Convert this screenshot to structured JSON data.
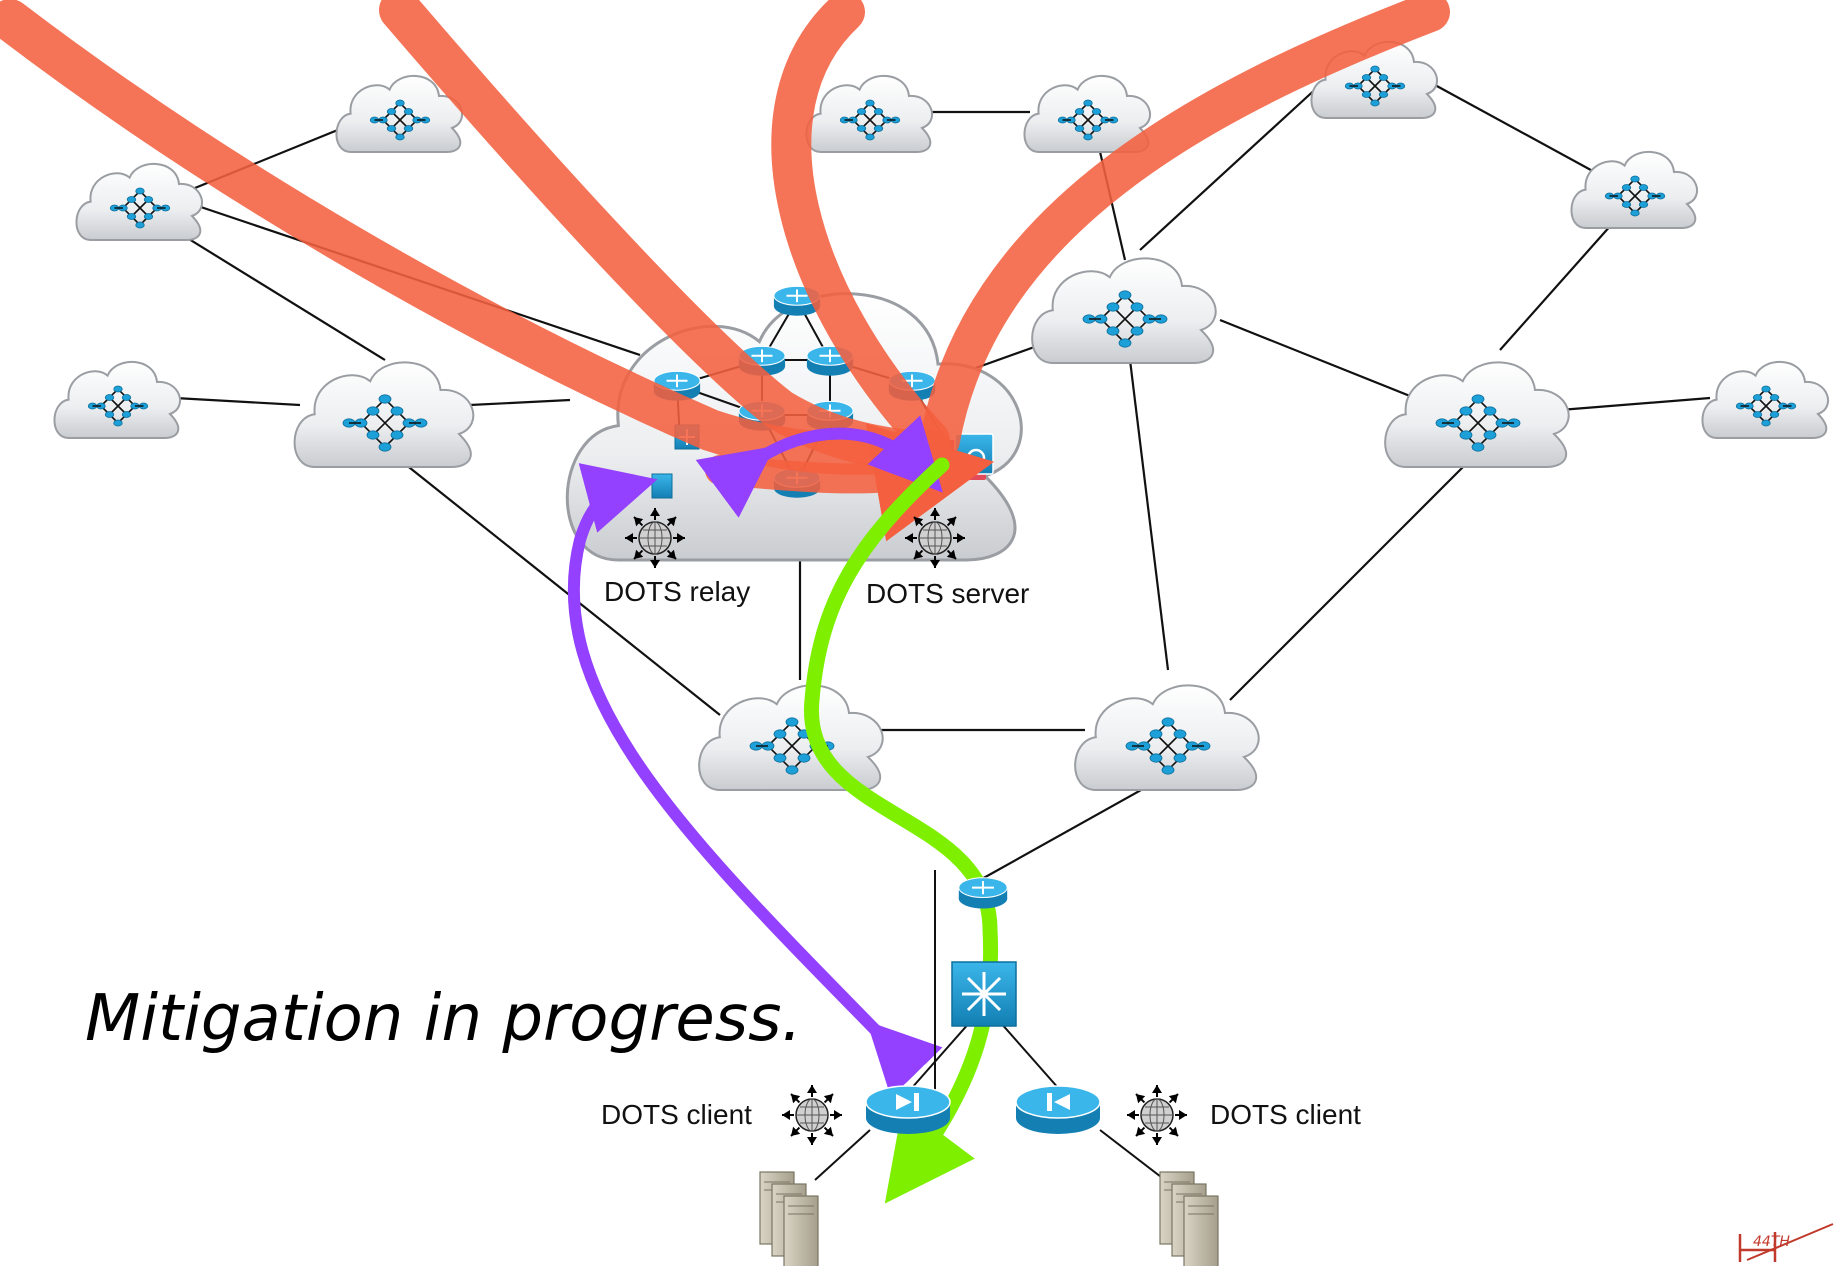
{
  "caption": "Mitigation in progress.",
  "labels": {
    "relay": "DOTS relay",
    "server": "DOTS server",
    "client_left": "DOTS client",
    "client_right": "DOTS client"
  },
  "colors": {
    "attack": "#f4603f",
    "signal": "#9340ff",
    "clean": "#7fef00",
    "device": "#1d9fd8",
    "link": "#111111"
  },
  "icons": [
    "cloud-network-icon",
    "router-icon",
    "switch-icon",
    "firewall-icon",
    "server-stack-icon",
    "dots-agent-globe-icon",
    "mitigator-icon",
    "logo-icon"
  ]
}
